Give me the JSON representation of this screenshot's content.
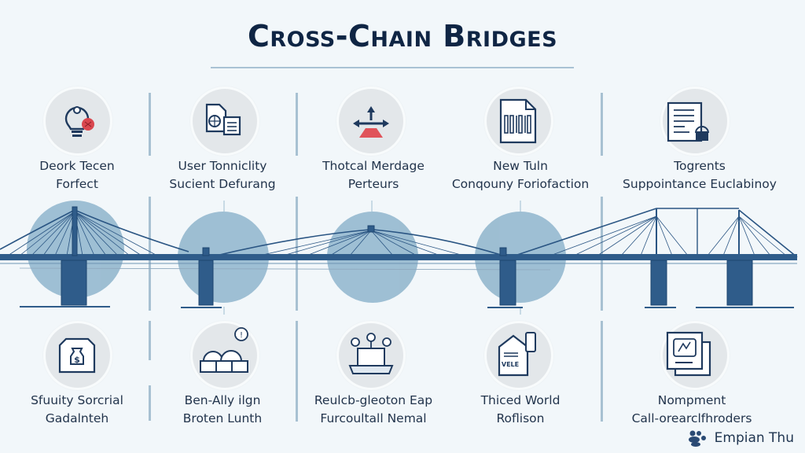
{
  "title": "Cross-Chain Bridges",
  "top_items": [
    {
      "icon": "lightbulb-bug-icon",
      "line1": "Deork Tecen",
      "line2": "Forfect"
    },
    {
      "icon": "document-network-icon",
      "line1": "User Tonniclity",
      "line2": "Sucient Defurang"
    },
    {
      "icon": "arrows-directions-icon",
      "line1": "Thotcal Merdage",
      "line2": "Perteurs"
    },
    {
      "icon": "binary-file-icon",
      "line1": "New Tuln",
      "line2": "Conqouny Foriofaction"
    },
    {
      "icon": "document-lock-icon",
      "line1": "Togrents",
      "line2": "Suppointance Euclabinoy"
    }
  ],
  "bottom_items": [
    {
      "icon": "money-bag-house-icon",
      "line1": "Sfuuity Sorcrial",
      "line2": "Gadalnteh"
    },
    {
      "icon": "storage-alert-icon",
      "line1": "Ben-Ally ilgn",
      "line2": "Broten Lunth"
    },
    {
      "icon": "server-gauges-icon",
      "line1": "Reulcb-gleoton Eap",
      "line2": "Furcoultall Nemal"
    },
    {
      "icon": "house-document-icon",
      "line1": "Thiced World",
      "line2": "Roflison"
    },
    {
      "icon": "photo-stack-icon",
      "line1": "Nompment",
      "line2": "Call-orearclfhroders"
    }
  ],
  "brand": {
    "name": "Empian Thu",
    "icon": "people-cluster-icon"
  },
  "colors": {
    "navy": "#1f4a78",
    "circle": "#8fb5cc",
    "accent_red": "#e0535a",
    "divider": "#a8c1d2"
  }
}
